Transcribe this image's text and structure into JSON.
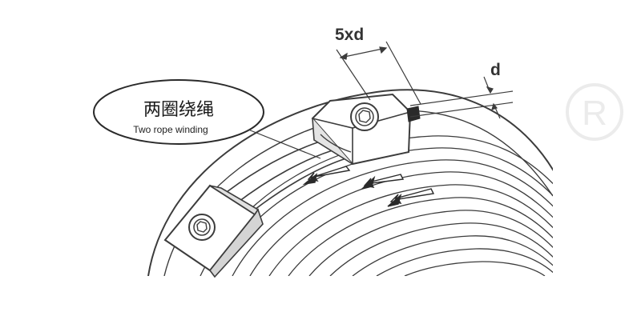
{
  "labels": {
    "spacing": "5xd",
    "diameter": "d",
    "callout_cn": "两圈绕绳",
    "callout_en": "Two rope winding"
  },
  "colors": {
    "line": "#3c3c3c",
    "fill": "#ffffff",
    "shade": "#d8d8d8",
    "dark": "#2a2a2a"
  }
}
